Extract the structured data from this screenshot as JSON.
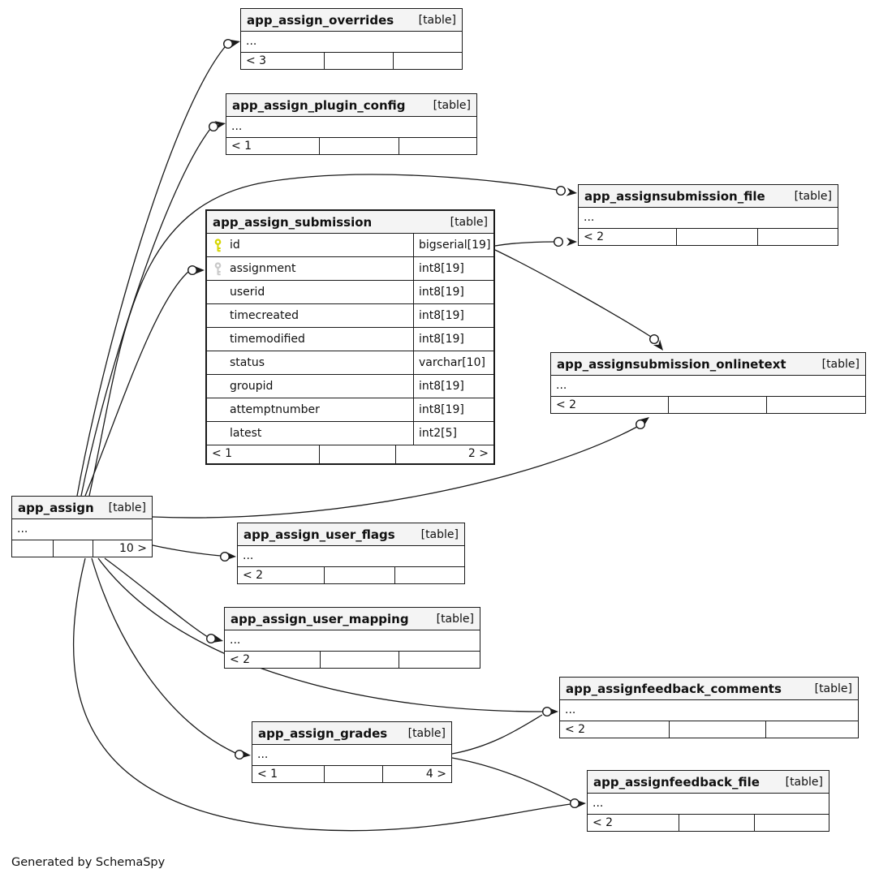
{
  "footer_note": "Generated by SchemaSpy",
  "colors": {
    "header_bg": "#f4f4f4",
    "border": "#1a1a1a",
    "primary_key_icon": "#d6d600",
    "index_key_icon": "#c9c9c9"
  },
  "tables": {
    "overrides": {
      "name": "app_assign_overrides",
      "type_label": "[table]",
      "ellipsis": "...",
      "footer_left": "< 3",
      "footer_right": ""
    },
    "plugin_config": {
      "name": "app_assign_plugin_config",
      "type_label": "[table]",
      "ellipsis": "...",
      "footer_left": "< 1",
      "footer_right": ""
    },
    "submission": {
      "name": "app_assign_submission",
      "type_label": "[table]",
      "footer_left": "< 1",
      "footer_right": "2 >",
      "columns": [
        {
          "key": "primary",
          "name": "id",
          "type": "bigserial[19]"
        },
        {
          "key": "index",
          "name": "assignment",
          "type": "int8[19]"
        },
        {
          "key": "",
          "name": "userid",
          "type": "int8[19]"
        },
        {
          "key": "",
          "name": "timecreated",
          "type": "int8[19]"
        },
        {
          "key": "",
          "name": "timemodified",
          "type": "int8[19]"
        },
        {
          "key": "",
          "name": "status",
          "type": "varchar[10]"
        },
        {
          "key": "",
          "name": "groupid",
          "type": "int8[19]"
        },
        {
          "key": "",
          "name": "attemptnumber",
          "type": "int8[19]"
        },
        {
          "key": "",
          "name": "latest",
          "type": "int2[5]"
        }
      ]
    },
    "submission_file": {
      "name": "app_assignsubmission_file",
      "type_label": "[table]",
      "ellipsis": "...",
      "footer_left": "< 2",
      "footer_right": ""
    },
    "submission_onlinetext": {
      "name": "app_assignsubmission_onlinetext",
      "type_label": "[table]",
      "ellipsis": "...",
      "footer_left": "< 2",
      "footer_right": ""
    },
    "app_assign": {
      "name": "app_assign",
      "type_label": "[table]",
      "ellipsis": "...",
      "footer_left": "",
      "footer_right": "10 >"
    },
    "user_flags": {
      "name": "app_assign_user_flags",
      "type_label": "[table]",
      "ellipsis": "...",
      "footer_left": "< 2",
      "footer_right": ""
    },
    "user_mapping": {
      "name": "app_assign_user_mapping",
      "type_label": "[table]",
      "ellipsis": "...",
      "footer_left": "< 2",
      "footer_right": ""
    },
    "feedback_comments": {
      "name": "app_assignfeedback_comments",
      "type_label": "[table]",
      "ellipsis": "...",
      "footer_left": "< 2",
      "footer_right": ""
    },
    "grades": {
      "name": "app_assign_grades",
      "type_label": "[table]",
      "ellipsis": "...",
      "footer_left": "< 1",
      "footer_right": "4 >"
    },
    "feedback_file": {
      "name": "app_assignfeedback_file",
      "type_label": "[table]",
      "ellipsis": "...",
      "footer_left": "< 2",
      "footer_right": ""
    }
  }
}
